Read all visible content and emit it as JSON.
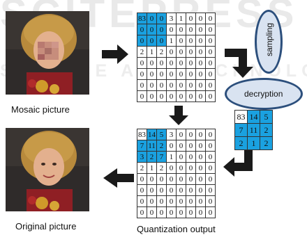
{
  "watermark": {
    "top": "SCITEPRESS",
    "middle": "SCIENCE AND TECHNOLOGY"
  },
  "captions": {
    "mosaic": "Mosaic picture",
    "original": "Original picture",
    "quantization": "Quantization output"
  },
  "labels": {
    "sampling": "sampling",
    "decryption": "decryption"
  },
  "colors": {
    "highlight": "#1aa1e0",
    "ellipse_fill": "#d9e3f1",
    "ellipse_stroke": "#2c4f7c",
    "arrow": "#1a1a1a"
  },
  "grid_top": {
    "rows": [
      [
        "83",
        "0",
        "0",
        "3",
        "1",
        "0",
        "0",
        "0"
      ],
      [
        "0",
        "0",
        "0",
        "0",
        "0",
        "0",
        "0",
        "0"
      ],
      [
        "0",
        "0",
        "0",
        "1",
        "0",
        "0",
        "0",
        "0"
      ],
      [
        "2",
        "1",
        "2",
        "0",
        "0",
        "0",
        "0",
        "0"
      ],
      [
        "0",
        "0",
        "0",
        "0",
        "0",
        "0",
        "0",
        "0"
      ],
      [
        "0",
        "0",
        "0",
        "0",
        "0",
        "0",
        "0",
        "0"
      ],
      [
        "0",
        "0",
        "0",
        "0",
        "0",
        "0",
        "0",
        "0"
      ],
      [
        "0",
        "0",
        "0",
        "0",
        "0",
        "0",
        "0",
        "0"
      ]
    ],
    "highlight": [
      [
        0,
        0
      ],
      [
        0,
        1
      ],
      [
        0,
        2
      ],
      [
        1,
        0
      ],
      [
        1,
        1
      ],
      [
        1,
        2
      ],
      [
        2,
        0
      ],
      [
        2,
        1
      ],
      [
        2,
        2
      ]
    ]
  },
  "grid_small": {
    "rows": [
      [
        "83",
        "14",
        "5"
      ],
      [
        "7",
        "11",
        "2"
      ],
      [
        "2",
        "1",
        "2"
      ]
    ],
    "highlight": [
      [
        0,
        1
      ],
      [
        0,
        2
      ],
      [
        1,
        0
      ],
      [
        1,
        1
      ],
      [
        1,
        2
      ],
      [
        2,
        0
      ],
      [
        2,
        1
      ],
      [
        2,
        2
      ]
    ]
  },
  "grid_bottom": {
    "rows": [
      [
        "83",
        "14",
        "5",
        "3",
        "0",
        "0",
        "0",
        "0"
      ],
      [
        "7",
        "11",
        "2",
        "0",
        "0",
        "0",
        "0",
        "0"
      ],
      [
        "3",
        "2",
        "7",
        "1",
        "0",
        "0",
        "0",
        "0"
      ],
      [
        "2",
        "1",
        "2",
        "0",
        "0",
        "0",
        "0",
        "0"
      ],
      [
        "0",
        "0",
        "0",
        "0",
        "0",
        "0",
        "0",
        "0"
      ],
      [
        "0",
        "0",
        "0",
        "0",
        "0",
        "0",
        "0",
        "0"
      ],
      [
        "0",
        "0",
        "0",
        "0",
        "0",
        "0",
        "0",
        "0"
      ],
      [
        "0",
        "0",
        "0",
        "0",
        "0",
        "0",
        "0",
        "0"
      ]
    ],
    "highlight": [
      [
        0,
        1
      ],
      [
        0,
        2
      ],
      [
        1,
        0
      ],
      [
        1,
        1
      ],
      [
        1,
        2
      ],
      [
        2,
        0
      ],
      [
        2,
        1
      ],
      [
        2,
        2
      ]
    ]
  }
}
